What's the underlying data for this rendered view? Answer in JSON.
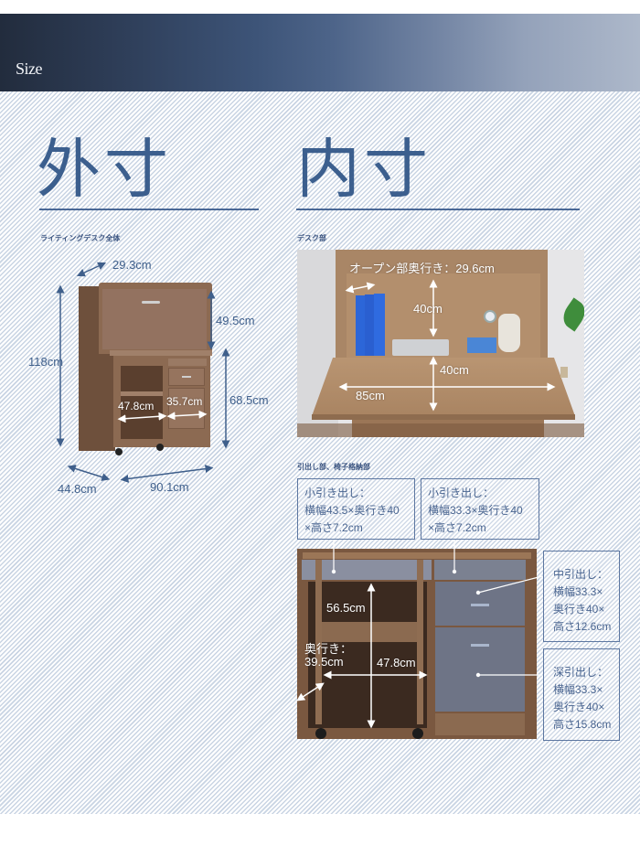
{
  "header": {
    "title": "Size"
  },
  "outer": {
    "heading": "外寸",
    "sub_label": "ライティングデスク全体",
    "dimensions": {
      "depth_top": "29.3cm",
      "height_total": "118cm",
      "height_upper": "49.5cm",
      "height_lower": "68.5cm",
      "inner_width_left": "47.8cm",
      "inner_width_right": "35.7cm",
      "depth_bottom": "44.8cm",
      "width_total": "90.1cm"
    }
  },
  "inner": {
    "heading": "内寸",
    "desk": {
      "sub_label": "デスク部",
      "open_depth": "オープン部奥行き：29.6cm",
      "open_height": "40cm",
      "desk_depth": "40cm",
      "desk_width": "85cm"
    },
    "drawers": {
      "sub_label": "引出し部、椅子格納部",
      "boxes": [
        {
          "lines": [
            "小引き出し：",
            "横幅43.5×奥行き40",
            "×高さ7.2cm"
          ]
        },
        {
          "lines": [
            "小引き出し：",
            "横幅33.3×奥行き40",
            "×高さ7.2cm"
          ]
        },
        {
          "lines": [
            "中引出し：",
            "横幅33.3×",
            "奥行き40×",
            "高さ12.6cm"
          ]
        },
        {
          "lines": [
            "深引出し：",
            "横幅33.3×",
            "奥行き40×",
            "高さ15.8cm"
          ]
        }
      ],
      "chair_space": {
        "height": "56.5cm",
        "depth_label": "奥行き：",
        "depth": "39.5cm",
        "width": "47.8cm"
      }
    }
  },
  "colors": {
    "accent": "#3c5f8e",
    "header_dark": "#222c3d",
    "header_light": "#adb8ca",
    "wood": "#8c6a52",
    "drawer_gray": "#6b7285"
  }
}
